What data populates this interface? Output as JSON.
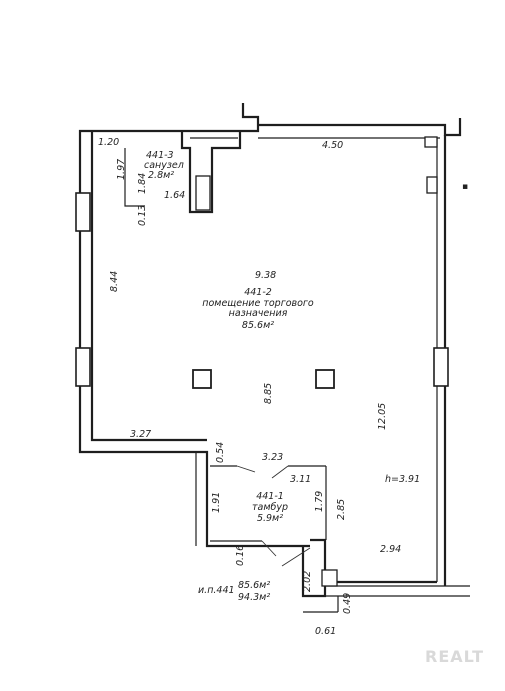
{
  "dimensions": {
    "d_1_20": "1.20",
    "d_4_50": "4.50",
    "d_1_97": "1.97",
    "d_1_84": "1.84",
    "d_0_13": "0.13",
    "d_1_64": "1.64",
    "d_9_38": "9.38",
    "d_8_44": "8.44",
    "d_8_85": "8.85",
    "d_12_05": "12.05",
    "d_3_27": "3.27",
    "d_0_54": "0.54",
    "d_3_23": "3.23",
    "d_3_11": "3.11",
    "d_1_79": "1.79",
    "d_2_85": "2.85",
    "d_1_91": "1.91",
    "d_0_16": "0.16",
    "d_2_94": "2.94",
    "d_2_02": "2.02",
    "d_0_49": "0.49",
    "d_0_61": "0.61",
    "height": "h=3.91"
  },
  "rooms": {
    "bathroom": {
      "number": "441-3",
      "name": "санузел",
      "area": "2.8м²"
    },
    "retail": {
      "number": "441-2",
      "name_line1": "помещение торгового",
      "name_line2": "назначения",
      "area": "85.6м²"
    },
    "vestibule": {
      "number": "441-1",
      "name": "тамбур",
      "area": "5.9м²"
    }
  },
  "summary": {
    "label": "и.п.441",
    "area_main": "85.6м²",
    "area_total": "94.3м²"
  },
  "watermark": "REALT"
}
